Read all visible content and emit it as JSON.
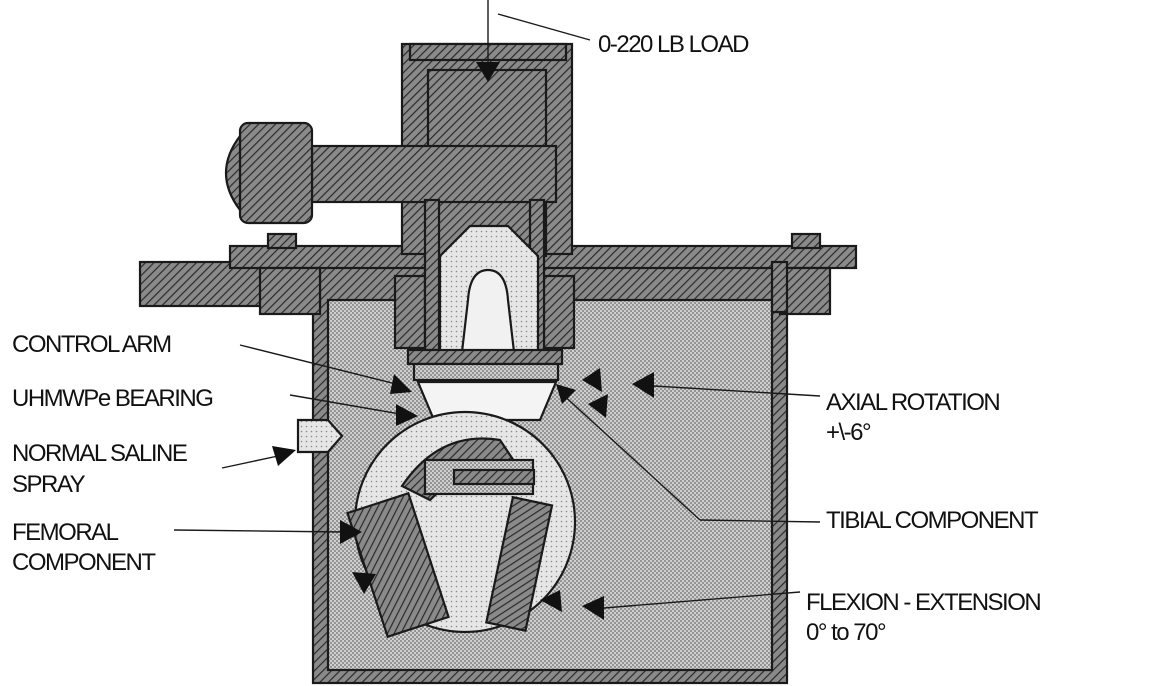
{
  "labels": {
    "load": "0-220 LB LOAD",
    "control_arm": "CONTROL ARM",
    "bearing": "UHMWPe BEARING",
    "saline_1": "NORMAL SALINE",
    "saline_2": "SPRAY",
    "femoral_1": "FEMORAL",
    "femoral_2": "COMPONENT",
    "axial_1": "AXIAL ROTATION",
    "axial_2": "+\\-6°",
    "tibial": "TIBIAL COMPONENT",
    "flexion_1": "FLEXION - EXTENSION",
    "flexion_2": "0° to 70°"
  },
  "colors": {
    "ink": "#1a1a1a",
    "hatch_fill": "#6e6e6e",
    "dot_fill": "#bdbdbd",
    "light_fill": "#ececec",
    "background": "#ffffff"
  }
}
